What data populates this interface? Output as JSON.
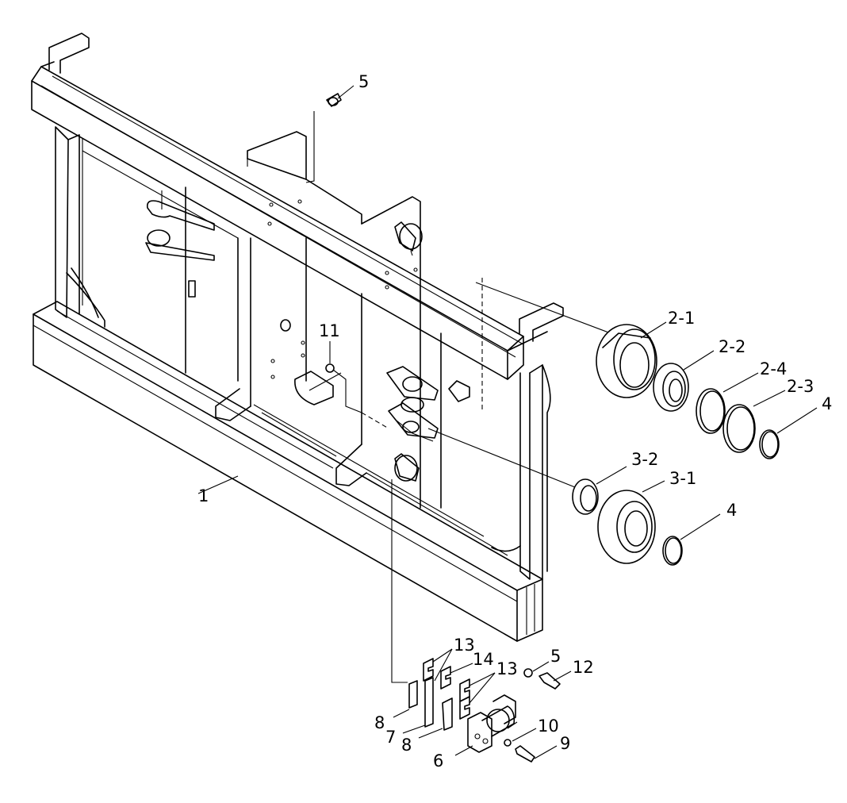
{
  "callouts": [
    {
      "id": "c-1",
      "text": "1"
    },
    {
      "id": "c-2-1",
      "text": "2-1"
    },
    {
      "id": "c-2-2",
      "text": "2-2"
    },
    {
      "id": "c-2-4",
      "text": "2-4"
    },
    {
      "id": "c-2-3",
      "text": "2-3"
    },
    {
      "id": "c-4a",
      "text": "4"
    },
    {
      "id": "c-3-2",
      "text": "3-2"
    },
    {
      "id": "c-3-1",
      "text": "3-1"
    },
    {
      "id": "c-4b",
      "text": "4"
    },
    {
      "id": "c-5a",
      "text": "5"
    },
    {
      "id": "c-11",
      "text": "11"
    },
    {
      "id": "c-13a",
      "text": "13"
    },
    {
      "id": "c-14",
      "text": "14"
    },
    {
      "id": "c-13b",
      "text": "13"
    },
    {
      "id": "c-5b",
      "text": "5"
    },
    {
      "id": "c-12",
      "text": "12"
    },
    {
      "id": "c-8a",
      "text": "8"
    },
    {
      "id": "c-7",
      "text": "7"
    },
    {
      "id": "c-8b",
      "text": "8"
    },
    {
      "id": "c-6",
      "text": "6"
    },
    {
      "id": "c-10",
      "text": "10"
    },
    {
      "id": "c-9",
      "text": "9"
    }
  ]
}
